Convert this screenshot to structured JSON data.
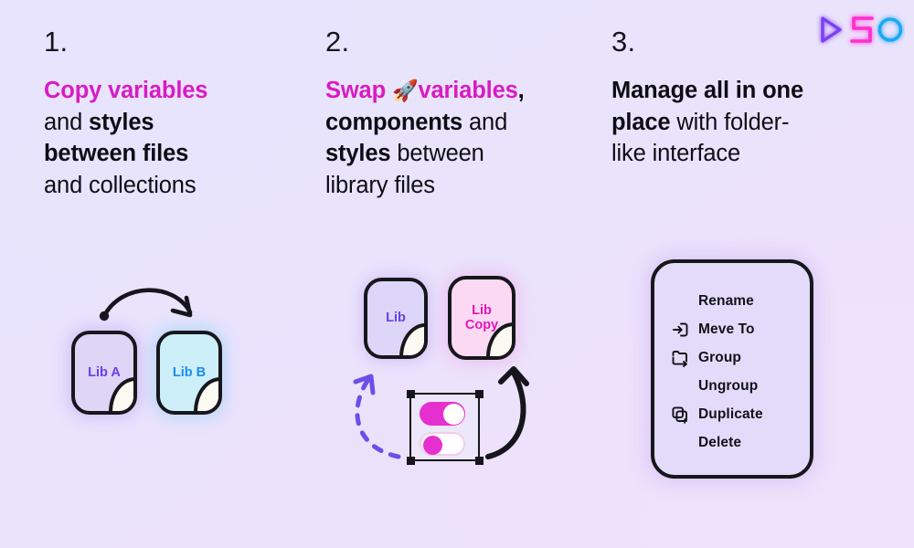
{
  "brand": {
    "logo_name": "dso-neon-logo",
    "logo_parts": [
      "play-triangle",
      "5",
      "O"
    ],
    "colors": {
      "triangle": "#7b3ff2",
      "five": "#ff2fd0",
      "o": "#1ba8f5"
    }
  },
  "theme": {
    "background_start": "#e7e3fd",
    "background_end": "#f0e3fb",
    "magenta": "#d81bc4",
    "ink": "#0d0d14",
    "purple_text": "#6a3fe9",
    "blue_text": "#1a8cf0",
    "toggle_magenta": "#e62fcf"
  },
  "columns": [
    {
      "number": "1.",
      "headline": {
        "line1_accent": "Copy variables",
        "line2_plain": "and ",
        "line2_bold": "styles",
        "line3_bold": "between files",
        "line4_plain": "and collections"
      },
      "art": {
        "type": "two-library-cards-with-arrow",
        "arrow": "curved-arrow-left-to-right",
        "cards": [
          {
            "label": "Lib A",
            "fill": "#ded5f7",
            "text_color": "#6a3fe9"
          },
          {
            "label": "Lib B",
            "fill": "#cdeffa",
            "text_color": "#1a8cf0"
          }
        ]
      }
    },
    {
      "number": "2.",
      "headline": {
        "line1_accent_a": "Swap ",
        "line1_emoji": "🚀",
        "line1_accent_b": "variables",
        "line1_tail": ",",
        "line2_bold": "components",
        "line2_plain": " and",
        "line3_bold": "styles",
        "line3_plain": " between",
        "line4_plain": "library files"
      },
      "art": {
        "type": "library-swap-with-toggles",
        "cards": [
          {
            "label": "Lib",
            "fill": "#ded6f8",
            "text_color": "#6a3fe9"
          },
          {
            "label_line1": "Lib",
            "label_line2": "Copy",
            "fill": "#fcd9f3",
            "text_color": "#e017bc"
          }
        ],
        "dashed_arrow": "dashed-curved-arrow-up-left",
        "solid_arrow": "curved-arrow-up-right",
        "toggles": [
          {
            "state": "on",
            "track": "#e62fcf",
            "knob": "#ffffff"
          },
          {
            "state": "off",
            "track": "#ffffff",
            "knob": "#e62fcf"
          }
        ],
        "selection_handles": 4
      }
    },
    {
      "number": "3.",
      "headline": {
        "line1_bold": "Manage all in one",
        "line2_bold": "place",
        "line2_plain": " with folder-",
        "line3_plain": "like interface"
      },
      "art": {
        "type": "context-menu-panel",
        "panel_fill": "#e4dbfa",
        "items": [
          {
            "label": "Rename",
            "icon": ""
          },
          {
            "label": "Meve To",
            "icon": "move-to-icon"
          },
          {
            "label": "Group",
            "icon": "group-frame-icon"
          },
          {
            "label": "Ungroup",
            "icon": ""
          },
          {
            "label": "Duplicate",
            "icon": "duplicate-icon"
          },
          {
            "label": "Delete",
            "icon": ""
          }
        ]
      }
    }
  ]
}
